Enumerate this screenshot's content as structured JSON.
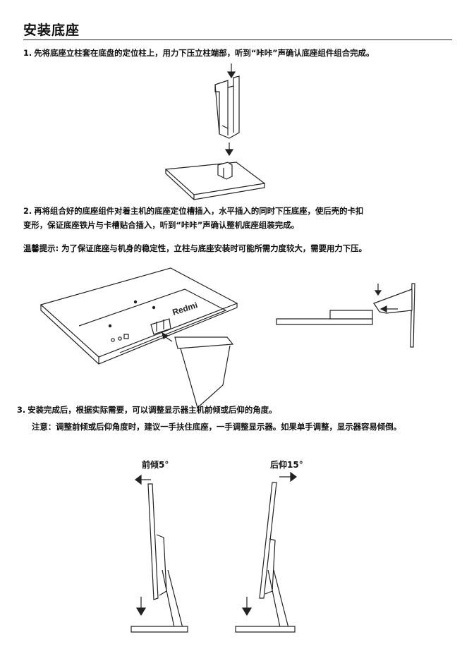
{
  "title": "安装底座",
  "steps": [
    {
      "number": "1.",
      "lines": [
        "先将底座立柱套在底盘的定位柱上，用力下压立柱端部，听到“咔咔”声确认底座组件组合完成。"
      ]
    },
    {
      "number": "2.",
      "lines": [
        "再将组合好的底座组件对着主机的底座定位槽插入，水平插入的同时下压底座，使后壳的卡扣",
        "变形，保证底座铁片与卡槽贴合插入，听到“咔咔”声确认整机底座组装完成。"
      ]
    },
    {
      "number": "3.",
      "lines": [
        "安装完成后，根据实际需要，可以调整显示器主机前倾或后仰的角度。"
      ]
    }
  ],
  "tip": {
    "label": "温馨提示:",
    "text": " 为了保证底座与机身的稳定性，立柱与底座安装时可能所需力度较大，需要用力下压。"
  },
  "note": "注意：调整前倾或后仰角度时，建议一手扶住底座，一手调整显示器。如果单手调整，显示器容易倾倒。",
  "monitor_brand": "Redmi",
  "tilt": {
    "forward_label": "前倾5°",
    "backward_label": "后仰15°"
  }
}
